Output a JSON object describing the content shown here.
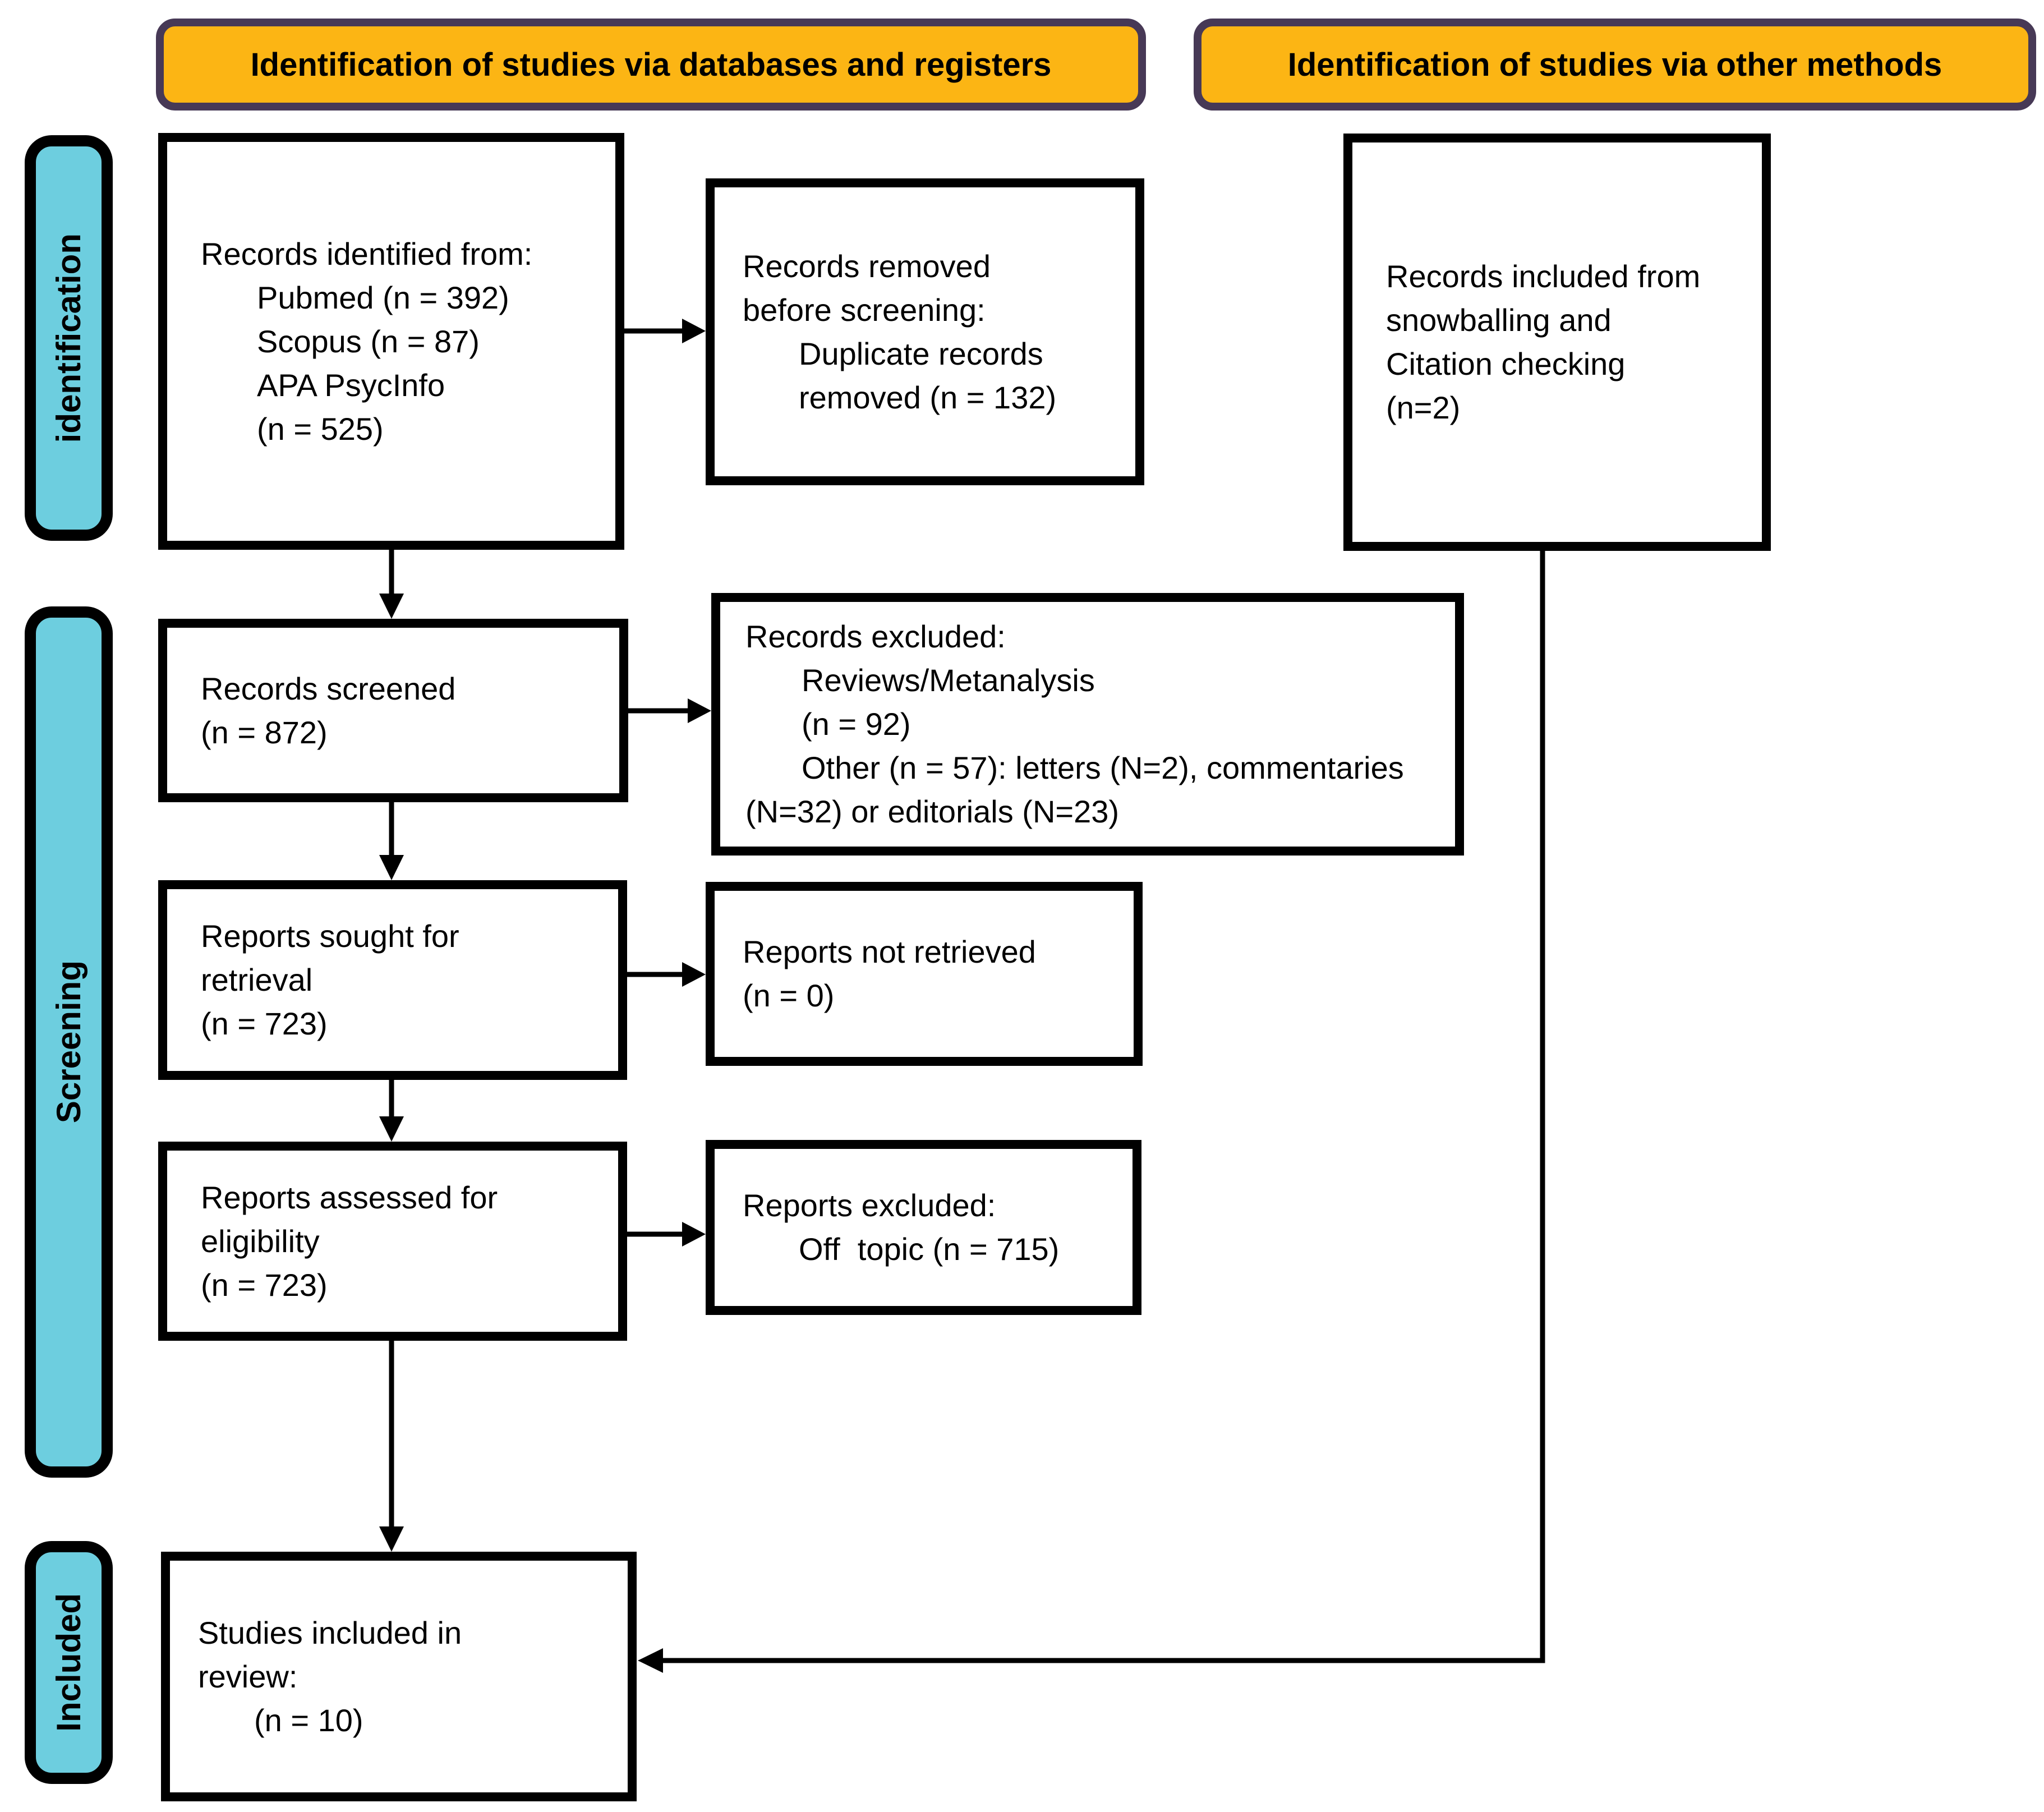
{
  "headers": {
    "databases": "Identification of studies via databases and registers",
    "other_methods": "Identification of studies via other methods"
  },
  "stages": {
    "identification": "identification",
    "screening": "Screening",
    "included": "Included"
  },
  "boxes": {
    "records_identified": {
      "lines": [
        "Records identified from:",
        "Pubmed (n = 392)",
        "Scopus (n = 87)",
        "APA PsycInfo",
        "(n = 525)"
      ]
    },
    "records_removed": {
      "lines": [
        "Records removed",
        "before screening:",
        "Duplicate records",
        "removed (n = 132)"
      ]
    },
    "records_snowballing": {
      "lines": [
        "Records included from",
        "snowballing and",
        "Citation checking",
        "(n=2)"
      ]
    },
    "records_screened": {
      "lines": [
        "Records screened",
        "(n = 872)"
      ]
    },
    "records_excluded": {
      "lines": [
        "Records excluded:",
        "Reviews/Metanalysis",
        "(n = 92)",
        "Other (n = 57): letters (N=2), commentaries",
        "(N=32) or editorials (N=23)"
      ]
    },
    "reports_sought": {
      "lines": [
        "Reports sought for",
        "retrieval",
        "(n = 723)"
      ]
    },
    "reports_not_retrieved": {
      "lines": [
        "Reports not retrieved",
        "(n = 0)"
      ]
    },
    "reports_assessed": {
      "lines": [
        "Reports assessed for",
        "eligibility",
        "(n = 723)"
      ]
    },
    "reports_excluded": {
      "lines": [
        "Reports excluded:",
        "Off  topic (n = 715)"
      ]
    },
    "studies_included": {
      "lines": [
        "Studies included in",
        "review:",
        "(n = 10)"
      ]
    }
  },
  "colors": {
    "header_fill": "#FCB514",
    "header_border": "#473956",
    "stage_fill": "#6DCEDF",
    "line_color": "#000000"
  }
}
